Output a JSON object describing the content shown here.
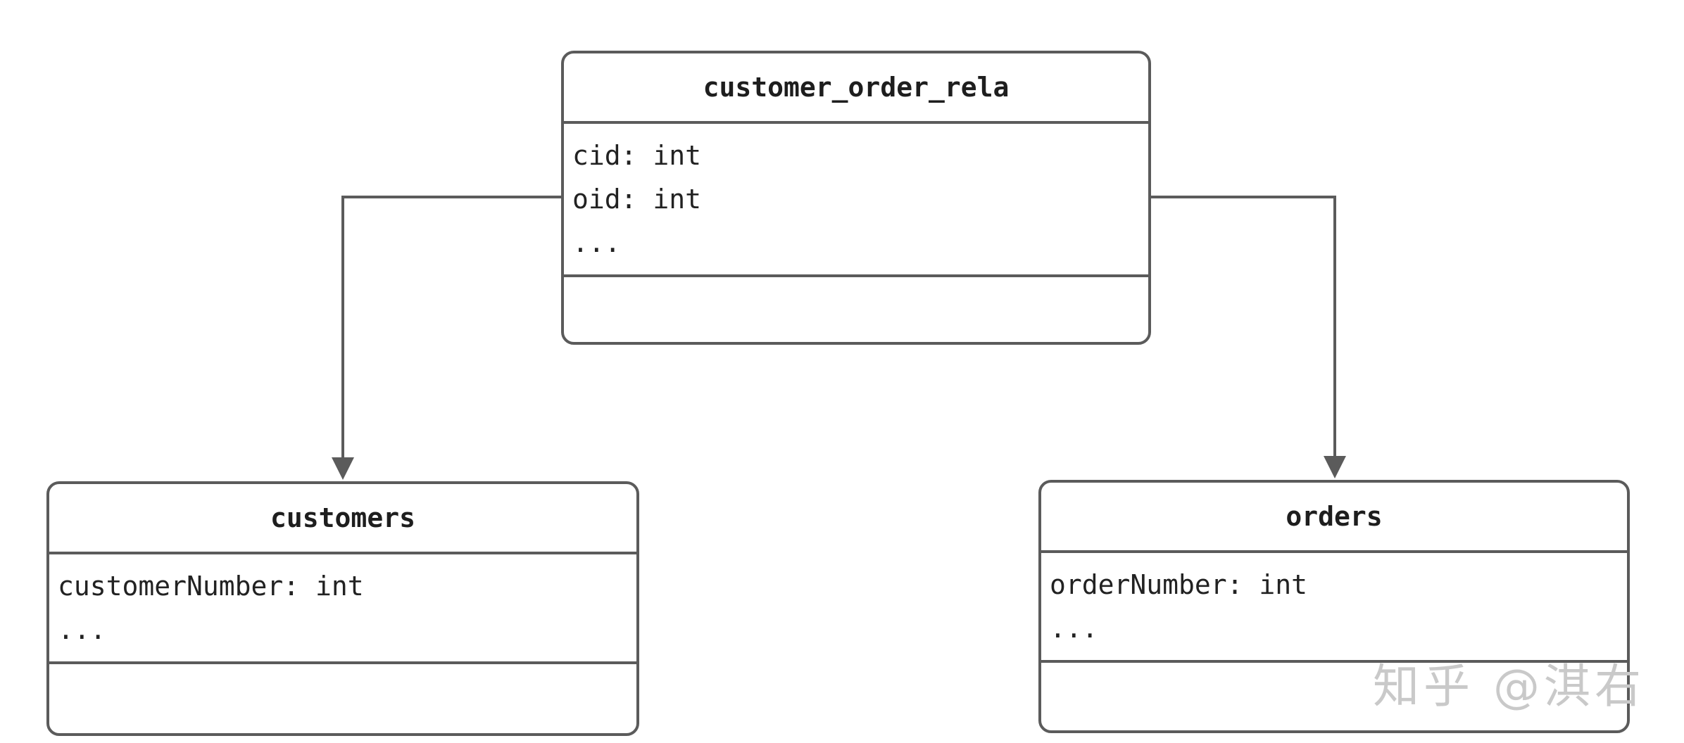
{
  "classes": {
    "relation": {
      "name": "customer_order_rela",
      "attributes": [
        "cid: int",
        "oid: int",
        "..."
      ]
    },
    "customers": {
      "name": "customers",
      "attributes": [
        "customerNumber: int",
        "..."
      ]
    },
    "orders": {
      "name": "orders",
      "attributes": [
        "orderNumber: int",
        "..."
      ]
    }
  },
  "watermark": "知乎 @淇右",
  "colors": {
    "stroke": "#5b5b5b",
    "text": "#222222",
    "watermark": "#c9c9c9"
  }
}
